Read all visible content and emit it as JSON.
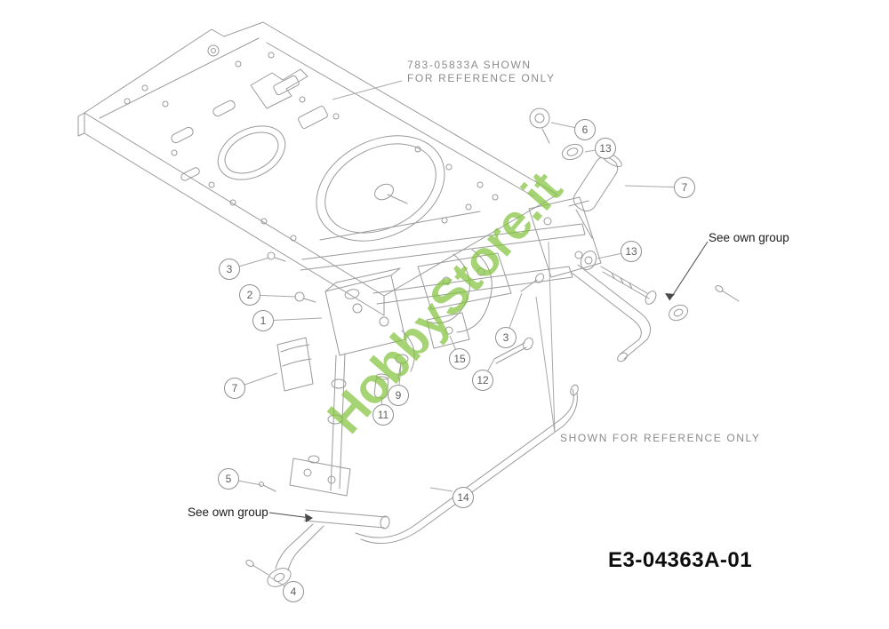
{
  "diagram": {
    "id_label": "E3-04363A-01",
    "top_note_line1": "783-05833A SHOWN",
    "top_note_line2": "FOR REFERENCE ONLY",
    "bottom_note": "SHOWN FOR REFERENCE ONLY",
    "see_own_group_left": "See own group",
    "see_own_group_right": "See own group",
    "watermark_text": "HobbyStore.it",
    "watermark_color": "#85c441",
    "callouts": [
      {
        "part": "3"
      },
      {
        "part": "2"
      },
      {
        "part": "1"
      },
      {
        "part": "7"
      },
      {
        "part": "5"
      },
      {
        "part": "4"
      },
      {
        "part": "9"
      },
      {
        "part": "11"
      },
      {
        "part": "15"
      },
      {
        "part": "12"
      },
      {
        "part": "3"
      },
      {
        "part": "14"
      },
      {
        "part": "6"
      },
      {
        "part": "13"
      },
      {
        "part": "7"
      },
      {
        "part": "13"
      }
    ]
  }
}
